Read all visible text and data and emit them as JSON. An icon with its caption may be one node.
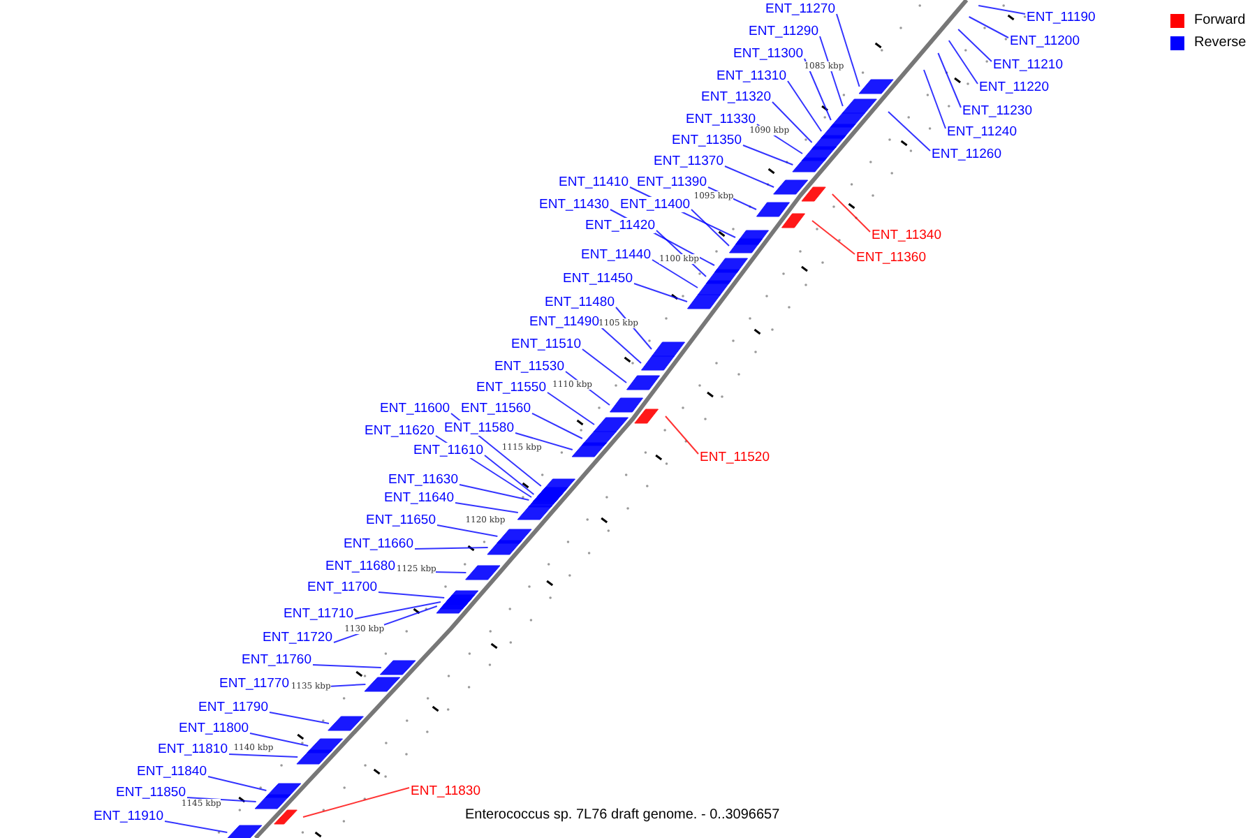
{
  "diagram": {
    "caption": "Enterococcus sp. 7L76 draft genome. - 0..3096657",
    "nodes": [
      {
        "text": [
          "ENT_11270"
        ]
      },
      {
        "text": [
          "ENT_11290"
        ]
      },
      {
        "text": [
          "ENT_11300"
        ]
      },
      {
        "text": [
          "ENT_11310"
        ]
      },
      {
        "text": [
          "ENT_11320"
        ]
      },
      {
        "text": [
          "ENT_11330"
        ]
      },
      {
        "text": [
          "ENT_11350"
        ]
      },
      {
        "text": [
          "ENT_11370"
        ]
      },
      {
        "text": [
          "ENT_11410"
        ]
      },
      {
        "text": [
          "ENT_11390"
        ]
      },
      {
        "text": [
          "ENT_11430"
        ]
      },
      {
        "text": [
          "ENT_11400"
        ]
      },
      {
        "text": [
          "ENT_11420"
        ]
      },
      {
        "text": [
          "ENT_11440"
        ]
      },
      {
        "text": [
          "ENT_11450"
        ]
      },
      {
        "text": [
          "ENT_11480"
        ]
      },
      {
        "text": [
          "ENT_11490"
        ]
      },
      {
        "text": [
          "ENT_11510"
        ]
      },
      {
        "text": [
          "ENT_11530"
        ]
      },
      {
        "text": [
          "ENT_11550"
        ]
      },
      {
        "text": [
          "ENT_11600"
        ]
      },
      {
        "text": [
          "ENT_11560"
        ]
      },
      {
        "text": [
          "ENT_11620"
        ]
      },
      {
        "text": [
          "ENT_11580"
        ]
      },
      {
        "text": [
          "ENT_11610"
        ]
      },
      {
        "text": [
          "ENT_11630"
        ]
      },
      {
        "text": [
          "ENT_11640"
        ]
      },
      {
        "text": [
          "ENT_11650"
        ]
      },
      {
        "text": [
          "ENT_11660"
        ]
      },
      {
        "text": [
          "ENT_11680"
        ]
      },
      {
        "text": [
          "ENT_11700"
        ]
      },
      {
        "text": [
          "ENT_11710"
        ]
      },
      {
        "text": [
          "ENT_11720"
        ]
      },
      {
        "text": [
          "ENT_11760"
        ]
      },
      {
        "text": [
          "ENT_11770"
        ]
      },
      {
        "text": [
          "ENT_11790"
        ]
      },
      {
        "text": [
          "ENT_11800"
        ]
      },
      {
        "text": [
          "ENT_11810"
        ]
      },
      {
        "text": [
          "ENT_11840"
        ]
      },
      {
        "text": [
          "ENT_11850"
        ]
      },
      {
        "text": [
          "ENT_11910"
        ]
      },
      {
        "text": [
          "ENT_11190"
        ]
      },
      {
        "text": [
          "ENT_11200"
        ]
      },
      {
        "text": [
          "ENT_11210"
        ]
      },
      {
        "text": [
          "ENT_11220"
        ]
      },
      {
        "text": [
          "ENT_11230"
        ]
      },
      {
        "text": [
          "ENT_11240"
        ]
      },
      {
        "text": [
          "ENT_11260"
        ]
      },
      {
        "text": [
          "ENT_11340"
        ]
      },
      {
        "text": [
          "ENT_11360"
        ]
      },
      {
        "text": [
          "ENT_11520"
        ]
      },
      {
        "text": [
          "ENT_11830"
        ]
      }
    ],
    "edges": [
      {
        "from": 0,
        "to": null,
        "arrow": "none"
      },
      {
        "from": 1,
        "to": null,
        "arrow": "none"
      },
      {
        "from": 2,
        "to": null,
        "arrow": "none"
      },
      {
        "from": 3,
        "to": null,
        "arrow": "none"
      },
      {
        "from": 4,
        "to": null,
        "arrow": "none"
      },
      {
        "from": 5,
        "to": null,
        "arrow": "none"
      },
      {
        "from": 6,
        "to": null,
        "arrow": "none"
      },
      {
        "from": 7,
        "to": null,
        "arrow": "none"
      },
      {
        "from": 8,
        "to": null,
        "arrow": "none"
      },
      {
        "from": 9,
        "to": null,
        "arrow": "none"
      },
      {
        "from": 10,
        "to": null,
        "arrow": "none"
      },
      {
        "from": 11,
        "to": null,
        "arrow": "none"
      },
      {
        "from": 12,
        "to": null,
        "arrow": "none"
      },
      {
        "from": 13,
        "to": null,
        "arrow": "none"
      },
      {
        "from": 14,
        "to": null,
        "arrow": "none"
      },
      {
        "from": 15,
        "to": null,
        "arrow": "none"
      },
      {
        "from": 16,
        "to": null,
        "arrow": "none"
      },
      {
        "from": 17,
        "to": null,
        "arrow": "none"
      },
      {
        "from": 18,
        "to": null,
        "arrow": "none"
      },
      {
        "from": 19,
        "to": null,
        "arrow": "none"
      },
      {
        "from": 20,
        "to": null,
        "arrow": "none"
      },
      {
        "from": 21,
        "to": null,
        "arrow": "none"
      },
      {
        "from": 22,
        "to": null,
        "arrow": "none"
      },
      {
        "from": 23,
        "to": null,
        "arrow": "none"
      },
      {
        "from": 24,
        "to": null,
        "arrow": "none"
      },
      {
        "from": 25,
        "to": null,
        "arrow": "none"
      },
      {
        "from": 26,
        "to": null,
        "arrow": "none"
      },
      {
        "from": 27,
        "to": null,
        "arrow": "none"
      },
      {
        "from": 28,
        "to": null,
        "arrow": "none"
      },
      {
        "from": 29,
        "to": null,
        "arrow": "none"
      },
      {
        "from": 30,
        "to": null,
        "arrow": "none"
      },
      {
        "from": 31,
        "to": null,
        "arrow": "none"
      },
      {
        "from": 32,
        "to": null,
        "arrow": "none"
      },
      {
        "from": 33,
        "to": null,
        "arrow": "none"
      },
      {
        "from": 34,
        "to": null,
        "arrow": "none"
      },
      {
        "from": 35,
        "to": null,
        "arrow": "none"
      },
      {
        "from": 36,
        "to": null,
        "arrow": "none"
      },
      {
        "from": 37,
        "to": null,
        "arrow": "none"
      },
      {
        "from": 38,
        "to": null,
        "arrow": "none"
      },
      {
        "from": 39,
        "to": null,
        "arrow": "none"
      },
      {
        "from": 40,
        "to": null,
        "arrow": "none"
      },
      {
        "from": 41,
        "to": null,
        "arrow": "none"
      },
      {
        "from": 42,
        "to": null,
        "arrow": "none"
      },
      {
        "from": 43,
        "to": null,
        "arrow": "none"
      },
      {
        "from": 44,
        "to": null,
        "arrow": "none"
      },
      {
        "from": 45,
        "to": null,
        "arrow": "none"
      },
      {
        "from": 46,
        "to": null,
        "arrow": "none"
      },
      {
        "from": 47,
        "to": null,
        "arrow": "none"
      },
      {
        "from": 48,
        "to": null,
        "arrow": "none",
        "color": "#ff0000"
      },
      {
        "from": 49,
        "to": null,
        "arrow": "none",
        "color": "#ff0000"
      },
      {
        "from": 50,
        "to": null,
        "arrow": "none",
        "color": "#ff0000"
      },
      {
        "from": 51,
        "to": null,
        "arrow": "none",
        "color": "#ff0000"
      }
    ],
    "labels": [
      "1085 kbp",
      "1090 kbp",
      "1095 kbp",
      "1100 kbp",
      "1105 kbp",
      "1110 kbp",
      "1115 kbp",
      "1120 kbp",
      "1125 kbp",
      "1130 kbp",
      "1135 kbp",
      "1140 kbp",
      "1145 kbp"
    ],
    "legend": [
      {
        "text": "Forward",
        "color": "#ff0000"
      },
      {
        "text": "Reverse",
        "color": "#0000ff"
      }
    ]
  }
}
